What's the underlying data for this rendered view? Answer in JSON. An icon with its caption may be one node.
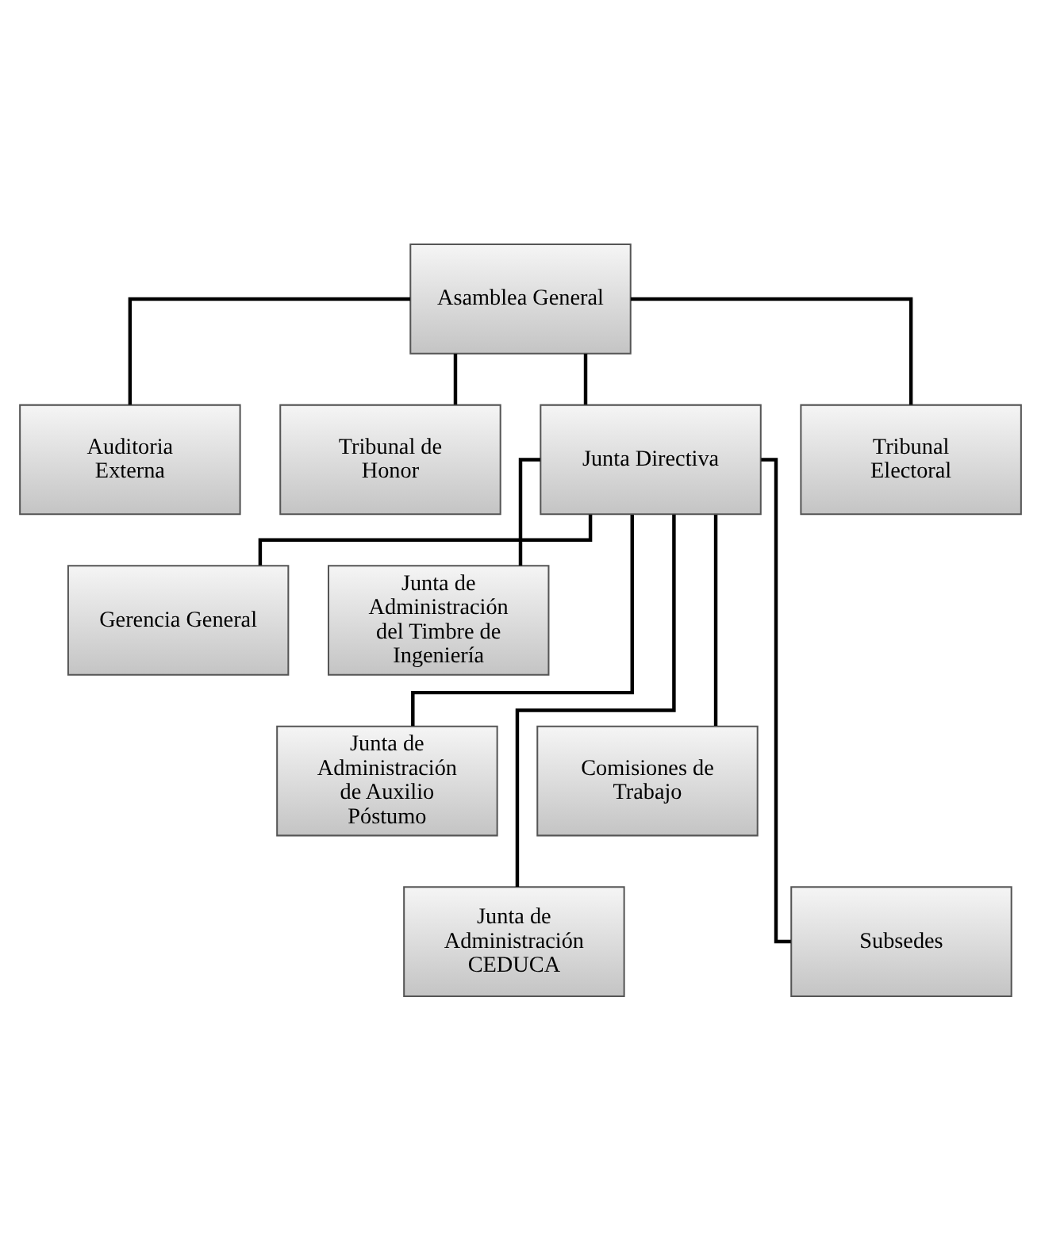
{
  "diagram": {
    "nodes": [
      {
        "text": [
          "Asamblea General"
        ]
      },
      {
        "text": [
          "Auditoria Externa"
        ]
      },
      {
        "text": [
          "Tribunal de Honor"
        ]
      },
      {
        "text": [
          "Junta Directiva"
        ]
      },
      {
        "text": [
          "Tribunal Electoral"
        ]
      },
      {
        "text": [
          "Gerencia General"
        ]
      },
      {
        "text": [
          "Junta de Administración del Timbre de Ingeniería"
        ]
      },
      {
        "text": [
          "Junta de Administración de Auxilio Póstumo"
        ]
      },
      {
        "text": [
          "Comisiones de Trabajo"
        ]
      },
      {
        "text": [
          "Junta de Administración CEDUCA"
        ]
      },
      {
        "text": [
          "Subsedes"
        ]
      }
    ],
    "edges": [
      {
        "from": 0,
        "to": 1,
        "arrow": "none"
      },
      {
        "from": 0,
        "to": 2,
        "arrow": "none"
      },
      {
        "from": 0,
        "to": 3,
        "arrow": "none"
      },
      {
        "from": 0,
        "to": 4,
        "arrow": "none"
      },
      {
        "from": 3,
        "to": 5,
        "arrow": "none"
      },
      {
        "from": 3,
        "to": 6,
        "arrow": "none"
      },
      {
        "from": 3,
        "to": 7,
        "arrow": "none"
      },
      {
        "from": 3,
        "to": 8,
        "arrow": "none"
      },
      {
        "from": 3,
        "to": 9,
        "arrow": "none"
      },
      {
        "from": 3,
        "to": 10,
        "arrow": "none"
      }
    ]
  }
}
